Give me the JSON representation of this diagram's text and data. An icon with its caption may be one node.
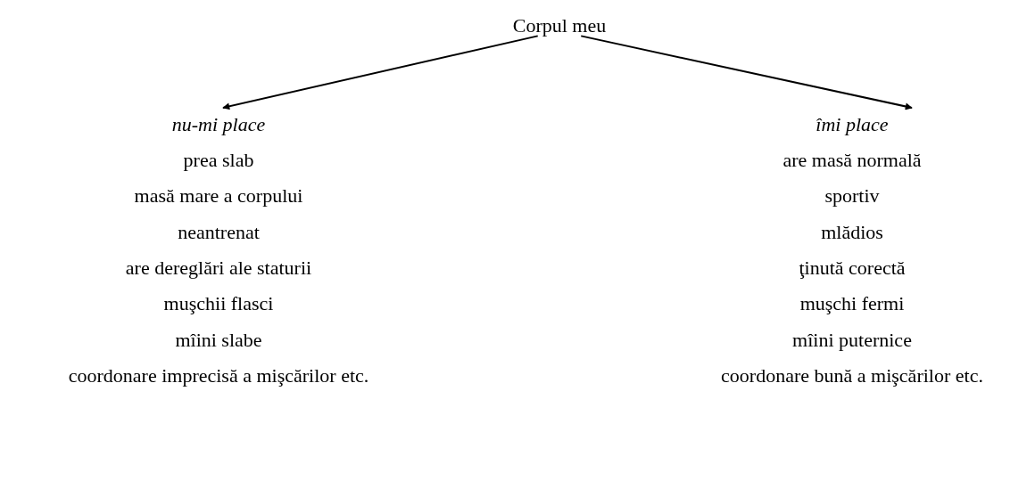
{
  "diagram": {
    "nodes": [
      {
        "text": [
          "Corpul meu"
        ]
      },
      {
        "text": [
          "nu-mi place"
        ]
      },
      {
        "text": [
          "îmi place"
        ]
      }
    ],
    "edges": [
      {
        "from": 0,
        "to": 1,
        "arrow": "to"
      },
      {
        "from": 0,
        "to": 2,
        "arrow": "to"
      }
    ],
    "labels": [
      "prea slab",
      "are masă normală",
      "masă mare a corpului",
      "sportiv",
      "neantrenat",
      "mlădios",
      "are dereglări ale staturii",
      "ţinută corectă",
      "muşchii flasci",
      "muşchi fermi",
      "mîini slabe",
      "mîini puternice",
      "coordonare imprecisă a mişcărilor etc.",
      "coordonare bună a mişcărilor etc."
    ]
  }
}
